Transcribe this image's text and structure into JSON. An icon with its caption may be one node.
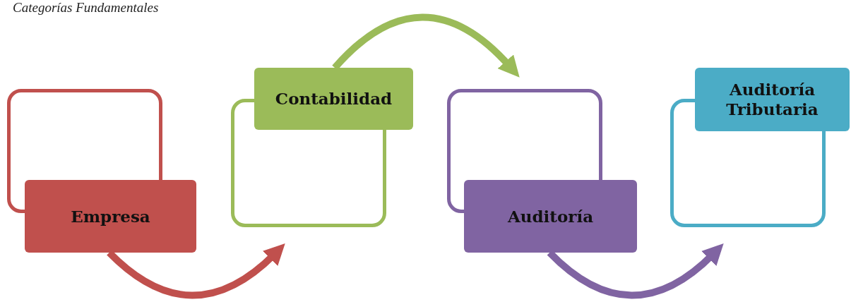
{
  "diagram": {
    "title": "Categorías Fundamentales",
    "nodes": [
      {
        "text": [
          "Empresa"
        ]
      },
      {
        "text": [
          "Contabilidad"
        ]
      },
      {
        "text": [
          "Auditoría"
        ]
      },
      {
        "text": [
          "Auditoría Tributaria"
        ]
      }
    ],
    "edges": [
      {
        "from": 0,
        "to": 1,
        "arrow": "to",
        "color": "#c0504d"
      },
      {
        "from": 1,
        "to": 2,
        "arrow": "to",
        "color": "#9bbb59"
      },
      {
        "from": 2,
        "to": 3,
        "arrow": "to",
        "color": "#8064a2"
      }
    ]
  }
}
